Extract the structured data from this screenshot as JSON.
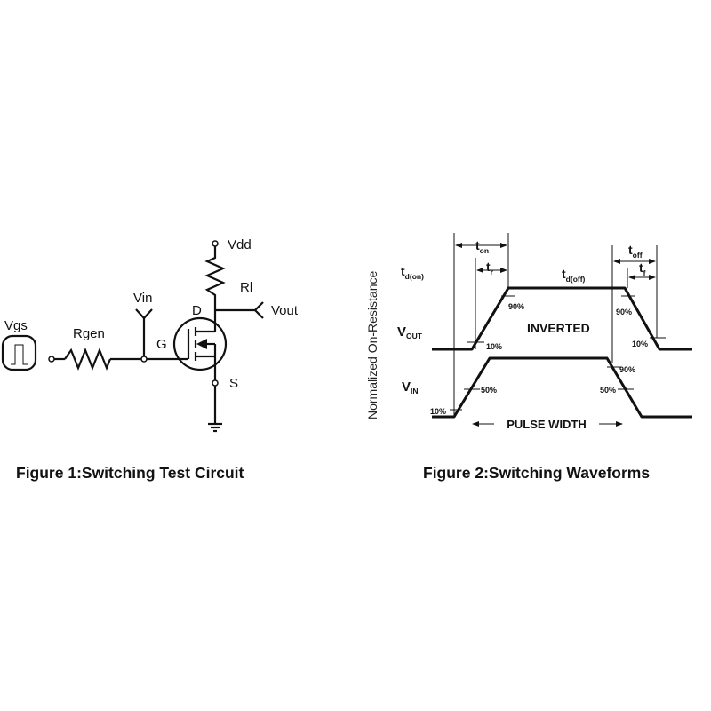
{
  "figure1": {
    "caption": "Figure 1:Switching Test Circuit",
    "labels": {
      "vgs": "Vgs",
      "rgen": "Rgen",
      "vin": "Vin",
      "g": "G",
      "d": "D",
      "s": "S",
      "vdd": "Vdd",
      "rl": "Rl",
      "vout": "Vout"
    }
  },
  "figure2": {
    "caption": "Figure 2:Switching Waveforms",
    "y_axis_label": "Normalized On-Resistance",
    "vout": {
      "main": "V",
      "sub": "OUT"
    },
    "vin": {
      "main": "V",
      "sub": "IN"
    },
    "inverted": "INVERTED",
    "pulse_width": "PULSE WIDTH",
    "timing": {
      "td_on": {
        "main": "t",
        "sub": "d(on)"
      },
      "t_on": {
        "main": "t",
        "sub": "on"
      },
      "t_r": {
        "main": "t",
        "sub": "r"
      },
      "td_off": {
        "main": "t",
        "sub": "d(off)"
      },
      "t_off": {
        "main": "t",
        "sub": "off"
      },
      "t_f": {
        "main": "t",
        "sub": "f"
      }
    },
    "percent": {
      "vout_rise_10": "10%",
      "vout_rise_90": "90%",
      "vout_fall_90": "90%",
      "vout_fall_10": "10%",
      "vin_rise_10": "10%",
      "vin_rise_50": "50%",
      "vin_fall_90": "90%",
      "vin_fall_50": "50%"
    }
  }
}
